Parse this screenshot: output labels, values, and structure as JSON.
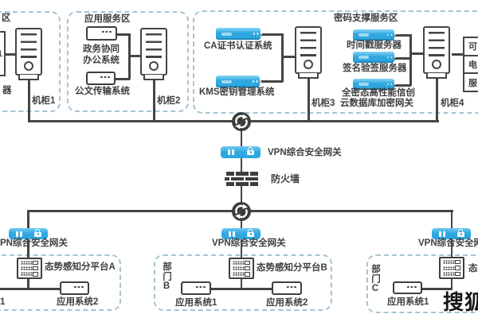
{
  "zones": {
    "left_partial": {
      "label": "区",
      "box_char": "1",
      "server_label": "器",
      "cabinet": "机柜1"
    },
    "app_service": {
      "label": "应用服务区",
      "oa_line1": "政务协同",
      "oa_line2": "办公系统",
      "doc_system": "公文传输系统",
      "cabinet": "机柜2"
    },
    "crypto": {
      "label": "密码支撑服务区",
      "ca_system": "CA证书认证系统",
      "kms_system": "KMS密钥管理系统",
      "cabinet3": "机柜3",
      "timestamp_server": "时间戳服务器",
      "sign_server": "签名验签服务器",
      "db_gateway_line1": "全密态高性能信创",
      "db_gateway_line2": "云数据库加密网关",
      "cabinet4": "机柜4",
      "edge_cells": [
        "可",
        "电",
        "服"
      ]
    }
  },
  "core": {
    "vpn_gateway": "VPN综合安全网关",
    "firewall": "防火墙"
  },
  "branches": {
    "a": {
      "vpn_gateway": "PN综合安全网关",
      "platform": "态势感知分平台A",
      "app1_partial": "1",
      "app2": "应用系统2"
    },
    "b": {
      "vpn_gateway": "VPN综合安全网关",
      "dept": "部门B",
      "platform": "态势感知分平台B",
      "app1": "应用系统1",
      "app2": "应用系统2"
    },
    "c": {
      "vpn_gateway": "VPN综合安全网",
      "dept": "部门C",
      "platform_partial": "态",
      "app1": "应用系统1"
    }
  },
  "watermark": "搜狐",
  "colors": {
    "accent_blue": "#2ea7e0",
    "line_dark": "#454545",
    "zone_border": "#a6c4d2",
    "text": "#3e3e3e",
    "watermark_text": "#161616"
  },
  "icons": {
    "router-icon": "dark disk with white circular sync arrows",
    "lock-icon": "white padlock on blue VPN appliance",
    "firewall-icon": "dark brick wall",
    "tower-server-icon": "outlined tower server with vents and button",
    "rack-server-icon": "outlined rack with dotted units and ports",
    "appliance-icon": "1U server box with three dots"
  }
}
